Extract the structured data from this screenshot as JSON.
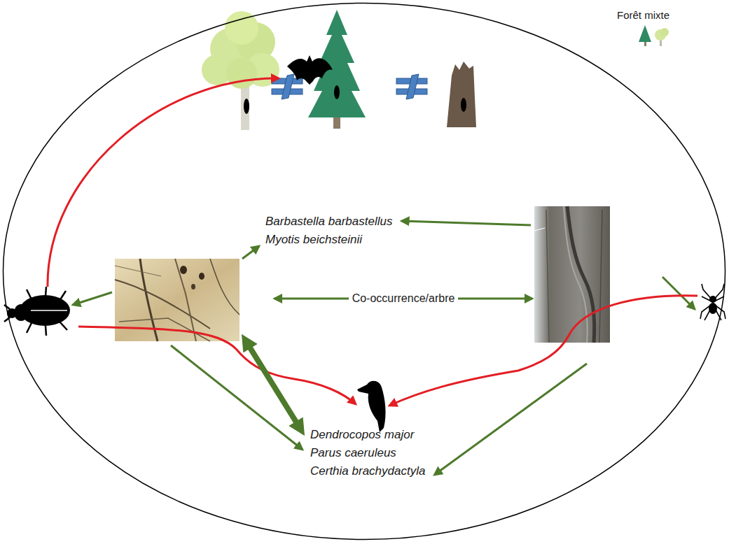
{
  "diagram": {
    "nodes": [
      {
        "text": [
          "Forêt mixte"
        ]
      },
      {
        "text": [
          "Barbastella barbastellus",
          "Myotis beichsteinii"
        ],
        "in": 0
      },
      {
        "text": [
          "Dendrocopos major",
          "Parus caeruleus",
          "Certhia brachydactyla"
        ],
        "in": 0
      }
    ],
    "labels": [
      "Co-occurrence/arbre"
    ]
  }
}
